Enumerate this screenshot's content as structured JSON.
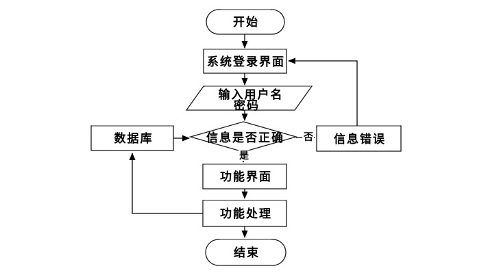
{
  "colors": {
    "background": "#ffffff",
    "line": "#000000",
    "shape_fill": "#ffffff",
    "top_accent": "#8f8f8f"
  },
  "nodes": {
    "start": {
      "type": "terminator",
      "label": "开始"
    },
    "login": {
      "type": "process",
      "label": "系统登录界面"
    },
    "input": {
      "type": "io",
      "line1": "输入用户名",
      "line2": "密码"
    },
    "decision": {
      "type": "decision",
      "label": "信息是否正确"
    },
    "database": {
      "type": "process",
      "label": "数据库"
    },
    "error": {
      "type": "process",
      "label": "信息错误"
    },
    "function_ui": {
      "type": "process",
      "label": "功能界面"
    },
    "function_process": {
      "type": "process",
      "label": "功能处理"
    },
    "end": {
      "type": "terminator",
      "label": "结束"
    }
  },
  "edge_labels": {
    "yes": "是",
    "no": "否"
  }
}
